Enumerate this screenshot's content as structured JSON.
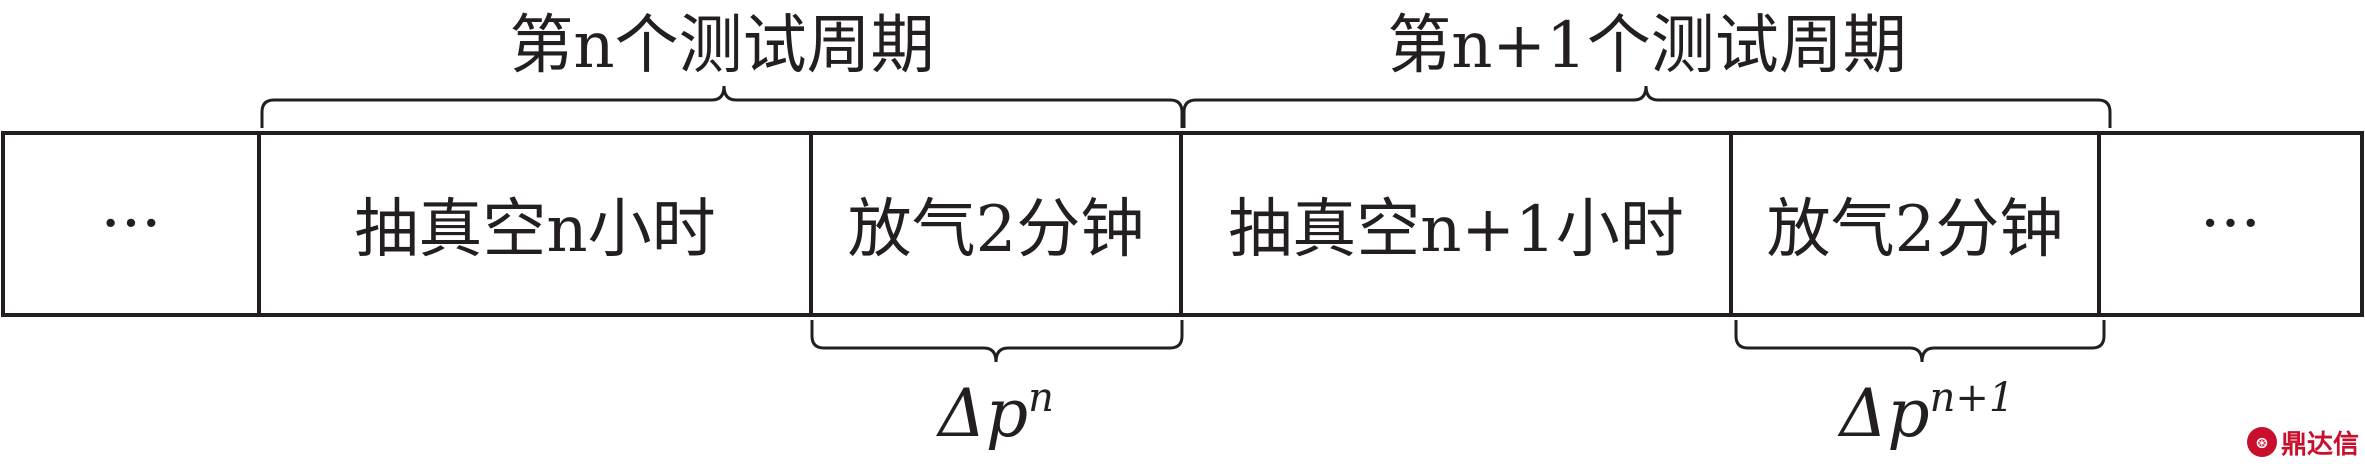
{
  "periods": [
    {
      "label": "第n个测试周期"
    },
    {
      "label": "第n+1个测试周期"
    }
  ],
  "cells": [
    {
      "label": "···"
    },
    {
      "label": "抽真空n小时"
    },
    {
      "label": "放气2分钟"
    },
    {
      "label": "抽真空n+1小时"
    },
    {
      "label": "放气2分钟"
    },
    {
      "label": "···"
    }
  ],
  "deltas": [
    {
      "symbol": "Δp",
      "sub": "n"
    },
    {
      "symbol": "Δp",
      "sub": "n+1"
    }
  ],
  "logo": {
    "text": "鼎达信"
  },
  "colors": {
    "line": "#231f20",
    "logo": "#c8102e"
  }
}
